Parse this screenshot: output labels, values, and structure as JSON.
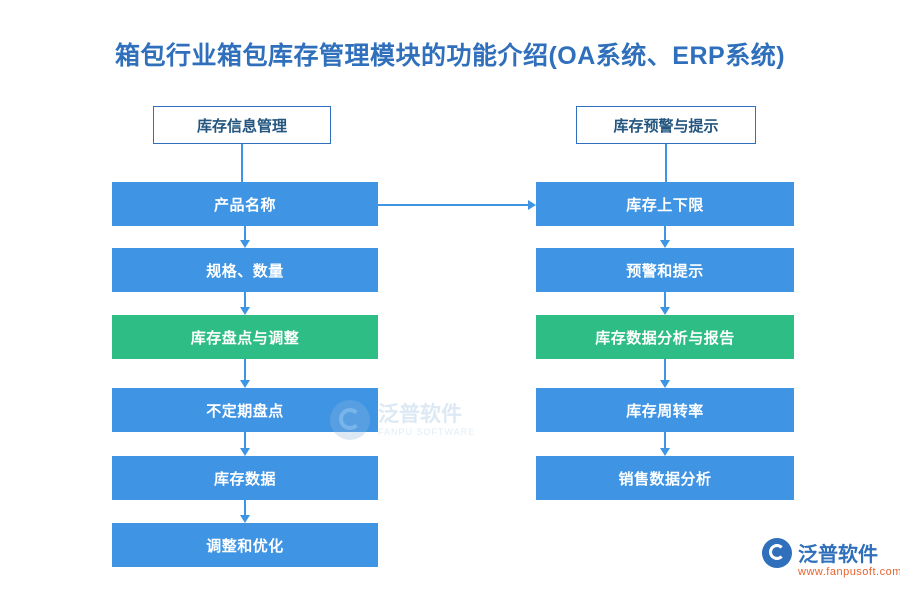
{
  "title": "箱包行业箱包库存管理模块的功能介绍(OA系统、ERP系统)",
  "columns": {
    "left": {
      "header": "库存信息管理",
      "nodes": [
        {
          "label": "产品名称",
          "color": "#3f94e3"
        },
        {
          "label": "规格、数量",
          "color": "#3f94e3"
        },
        {
          "label": "库存盘点与调整",
          "color": "#2ebd85"
        },
        {
          "label": "不定期盘点",
          "color": "#3f94e3"
        },
        {
          "label": "库存数据",
          "color": "#3f94e3"
        },
        {
          "label": "调整和优化",
          "color": "#3f94e3"
        }
      ]
    },
    "right": {
      "header": "库存预警与提示",
      "nodes": [
        {
          "label": "库存上下限",
          "color": "#3f94e3"
        },
        {
          "label": "预警和提示",
          "color": "#3f94e3"
        },
        {
          "label": "库存数据分析与报告",
          "color": "#2ebd85"
        },
        {
          "label": "库存周转率",
          "color": "#3f94e3"
        },
        {
          "label": "销售数据分析",
          "color": "#3f94e3"
        }
      ]
    }
  },
  "watermark_center": {
    "main": "泛普软件",
    "sub": "FANPU SOFTWARE"
  },
  "watermark_bottom_right": {
    "main": "泛普软件",
    "sub": "www.fanpusoft.com"
  },
  "colors": {
    "title": "#2f6fbb",
    "blue": "#3f94e3",
    "green": "#2ebd85",
    "border": "#2f6fbb",
    "orange": "#e8622c"
  }
}
